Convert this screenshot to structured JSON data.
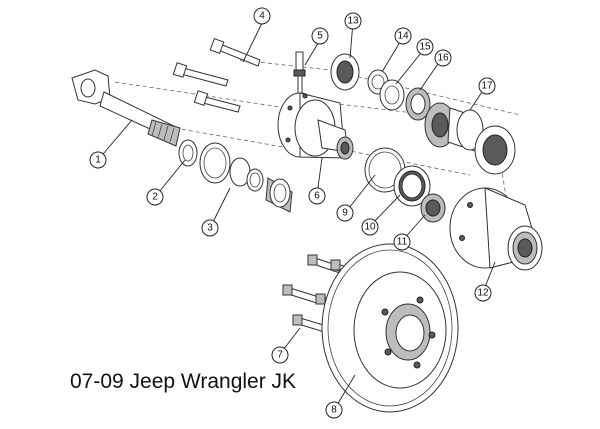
{
  "caption": "07-09 Jeep Wrangler JK",
  "callouts": [
    "1",
    "2",
    "3",
    "4",
    "5",
    "6",
    "7",
    "8",
    "9",
    "10",
    "11",
    "12",
    "13",
    "14",
    "15",
    "16",
    "17"
  ]
}
